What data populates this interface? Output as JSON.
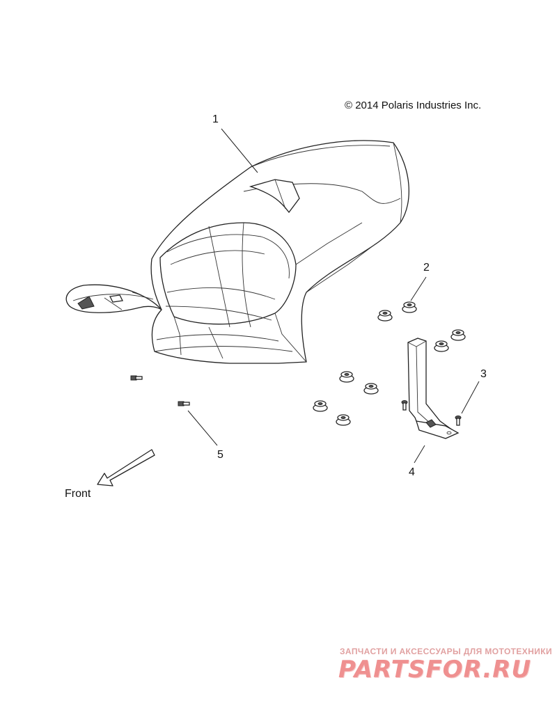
{
  "copyright": "© 2014 Polaris Industries Inc.",
  "callouts": {
    "c1": "1",
    "c2": "2",
    "c3": "3",
    "c4": "4",
    "c5": "5"
  },
  "direction_label": "Front",
  "watermark": {
    "tagline": "ЗАПЧАСТИ И АКСЕССУАРЫ ДЛЯ МОТОТЕХНИКИ",
    "logo": "PARTSFOR.RU"
  },
  "colors": {
    "line": "#222222",
    "watermark": "#ef9090"
  }
}
